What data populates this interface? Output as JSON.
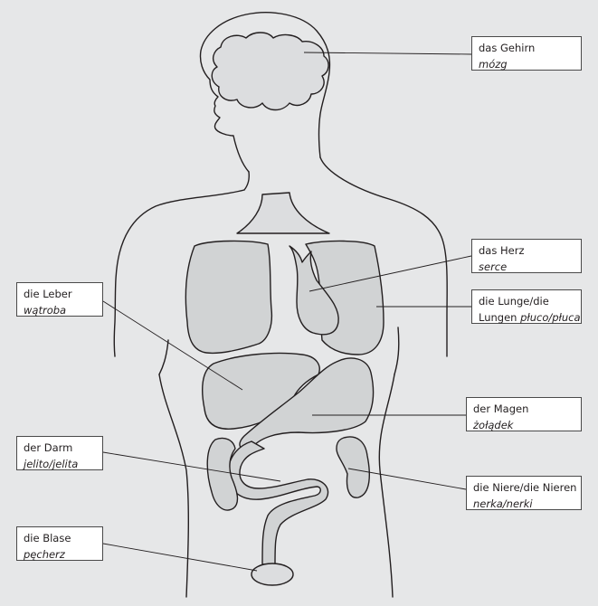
{
  "labels": {
    "brain": {
      "de": "das Gehirn",
      "pl": "mózg"
    },
    "heart": {
      "de": "das Herz",
      "pl": "serce"
    },
    "lung": {
      "de_line1": "die Lunge/die",
      "de_line2": "Lungen",
      "pl": "płuco/płuca"
    },
    "liver": {
      "de": "die Leber",
      "pl": "wątroba"
    },
    "stomach": {
      "de": "der Magen",
      "pl": "żołądek"
    },
    "gut": {
      "de": "der Darm",
      "pl": "jelito/jelita"
    },
    "kidney": {
      "de": "die Niere/die Nieren",
      "pl": "nerka/nerki"
    },
    "bladder": {
      "de": "die Blase",
      "pl": "pęcherz"
    }
  },
  "colors": {
    "background": "#e6e7e8",
    "organ_fill": "#d1d3d4",
    "outline": "#231f20",
    "label_background": "#ffffff"
  }
}
